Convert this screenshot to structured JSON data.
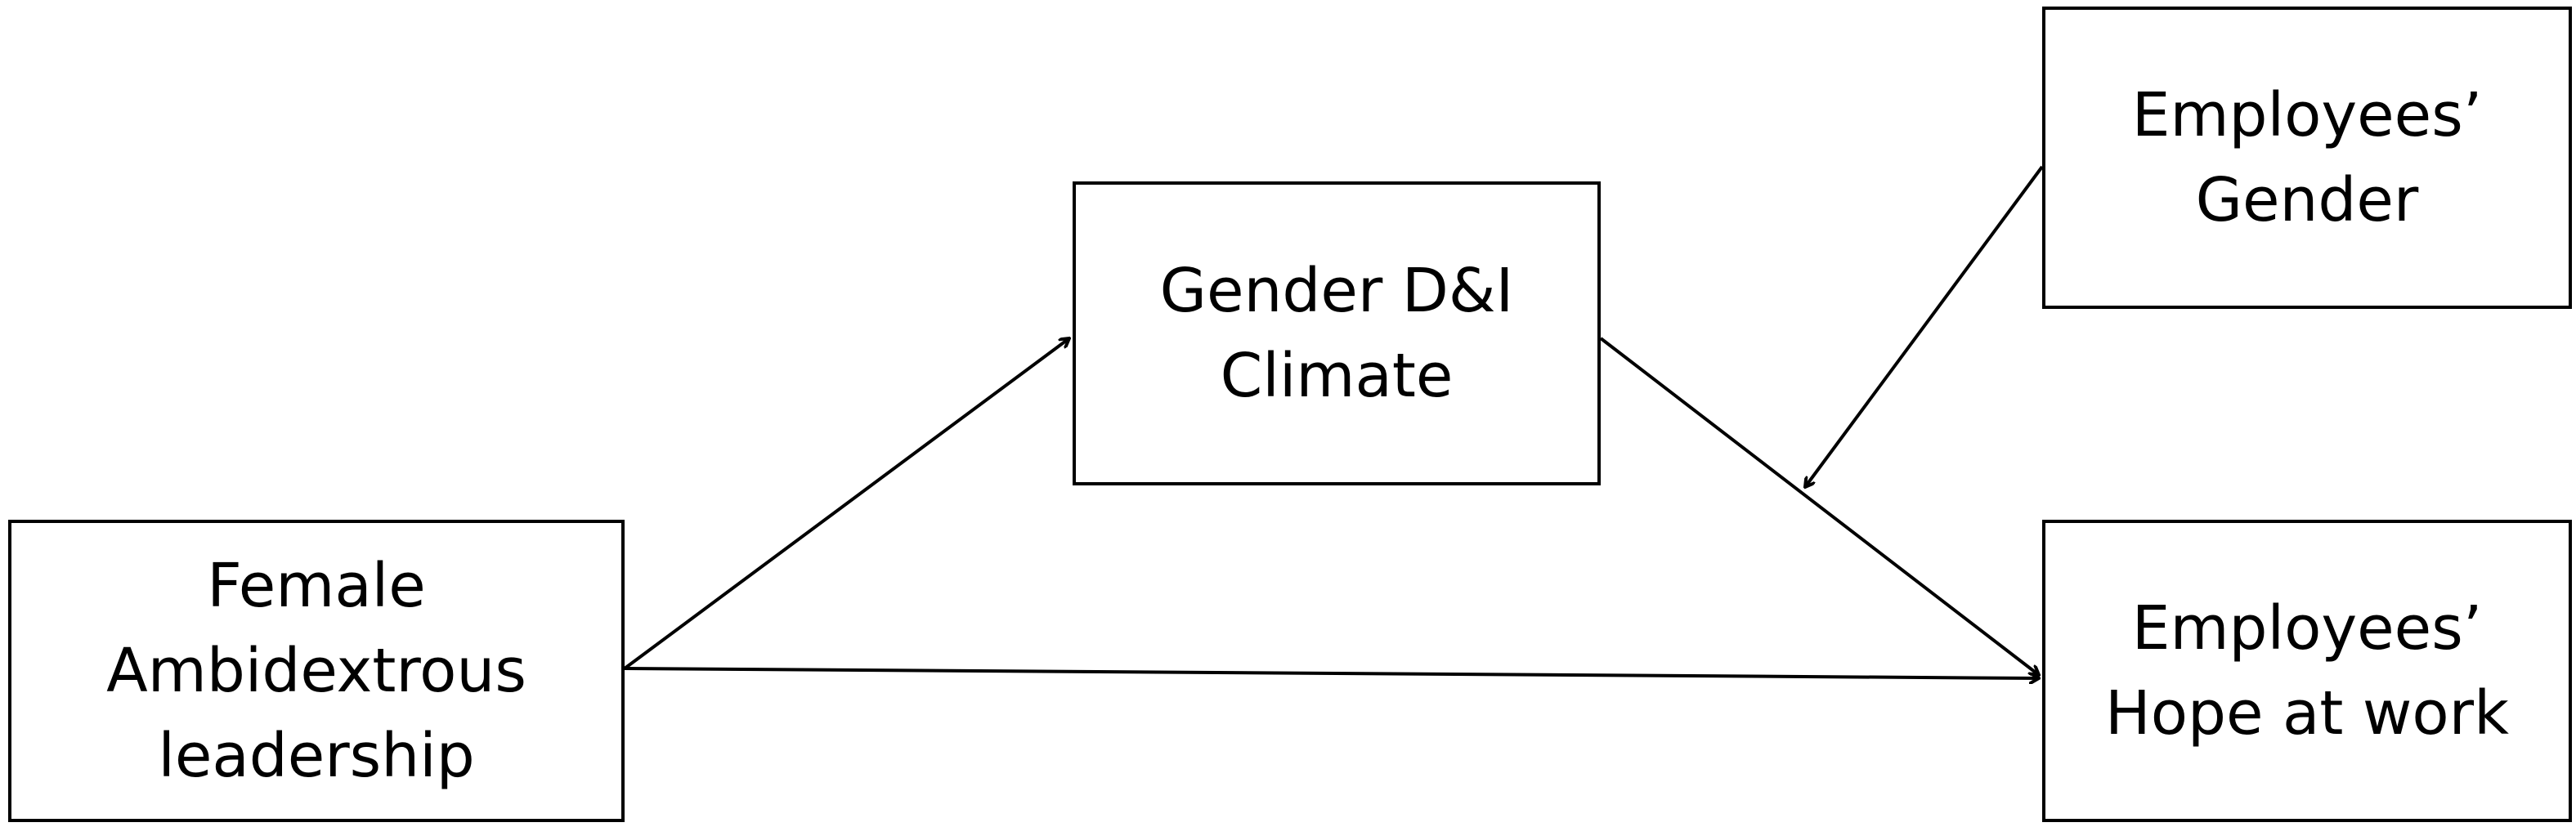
{
  "diagram": {
    "nodes": {
      "gender_di_climate": {
        "lines": [
          "Gender D&I",
          "Climate"
        ]
      },
      "employees_gender": {
        "lines": [
          "Employees’",
          "Gender"
        ]
      },
      "female_ambidextrous": {
        "lines": [
          "Female",
          "Ambidextrous",
          "leadership"
        ]
      },
      "employees_hope": {
        "lines": [
          "Employees’",
          "Hope at work"
        ]
      }
    },
    "edges": [
      {
        "from": "female_ambidextrous",
        "to": "gender_di_climate"
      },
      {
        "from": "gender_di_climate",
        "to": "employees_hope"
      },
      {
        "from": "female_ambidextrous",
        "to": "employees_hope"
      },
      {
        "from": "employees_gender",
        "to": "gender_di_climate_to_employees_hope_path"
      }
    ],
    "colors": {
      "stroke": "#000000",
      "background": "#ffffff"
    }
  }
}
